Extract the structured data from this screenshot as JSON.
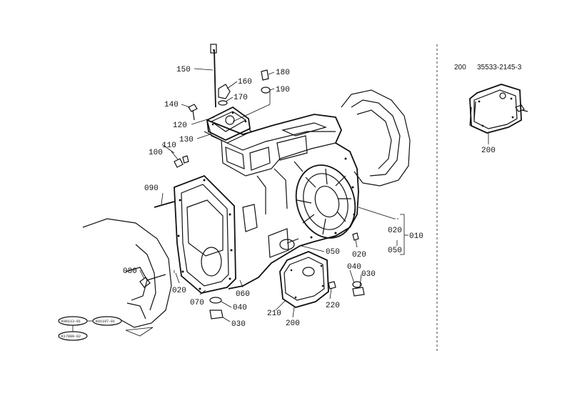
{
  "header": {
    "ref": "200",
    "part_number": "35533-2145-3"
  },
  "labels": {
    "l150": "150",
    "l160": "160",
    "l170": "170",
    "l180": "180",
    "l190": "190",
    "l140": "140",
    "l120": "120",
    "l130": "130",
    "l110": "110",
    "l100": "100",
    "l090": "090",
    "l080": "080",
    "l020a": "020",
    "l070": "070",
    "l060": "060",
    "l040a": "040",
    "l030a": "030",
    "l050": "050",
    "l020b": "020",
    "l020c": "020",
    "l050b": "050",
    "l010": "010",
    "l040b": "040",
    "l030b": "030",
    "l220": "220",
    "l210": "210",
    "l200a": "200",
    "l200b": "200"
  },
  "serial_tags": {
    "t1": "K00113-01",
    "t2": "K01197-01",
    "t3": "K17089-02"
  }
}
